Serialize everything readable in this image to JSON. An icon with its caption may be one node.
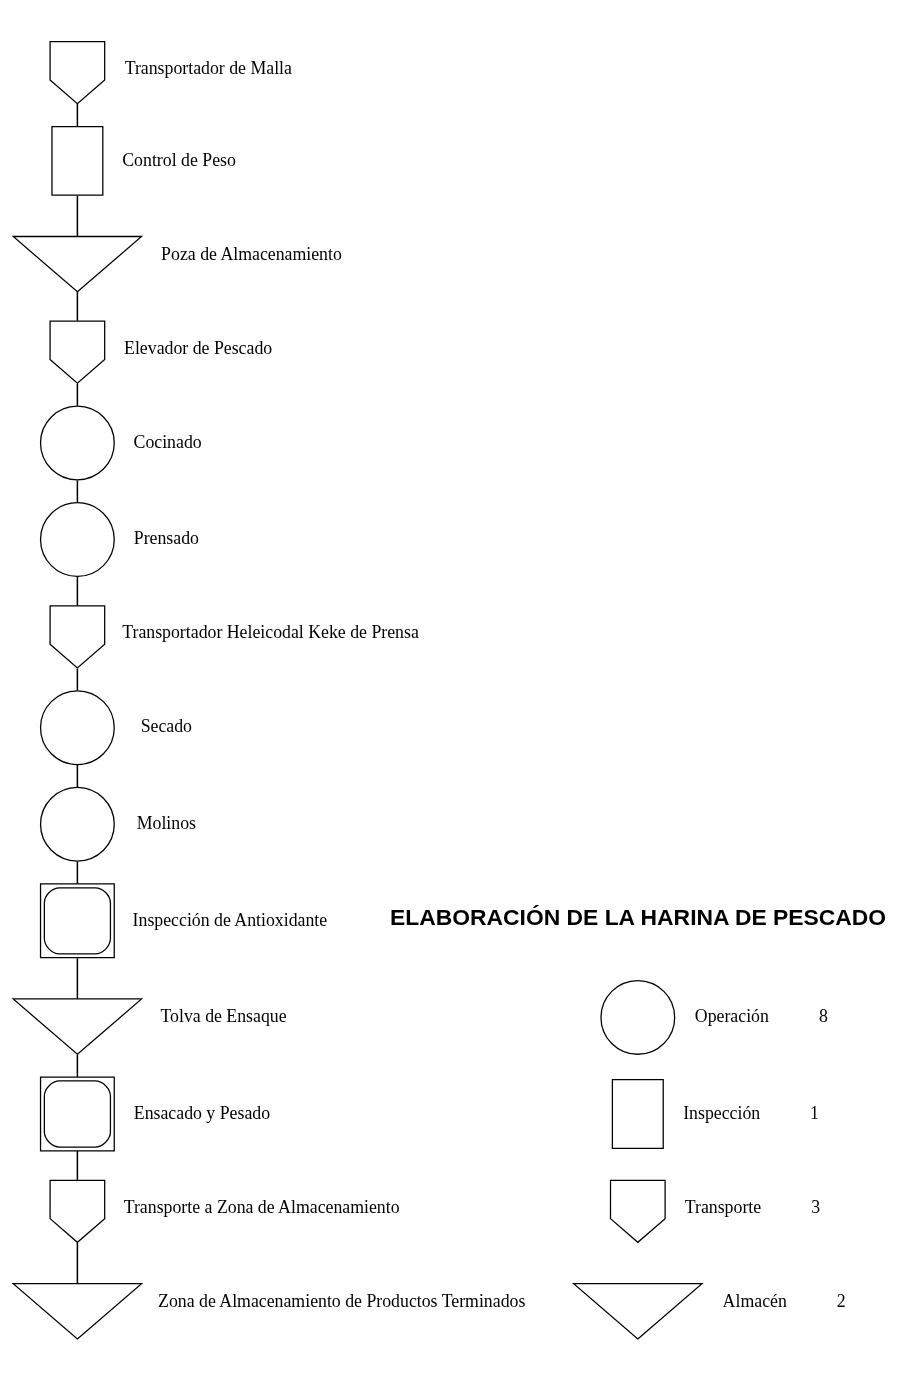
{
  "diagram": {
    "nodes": [
      {
        "text": [],
        "shape": "arrow",
        "beside": [
          "Transportador de Malla"
        ]
      },
      {
        "text": [],
        "shape": "box",
        "beside": [
          "Control de Peso"
        ]
      },
      {
        "text": [],
        "shape": "triangle",
        "beside": [
          "Poza de Almacenamiento"
        ]
      },
      {
        "text": [],
        "shape": "arrow",
        "beside": [
          "Elevador de Pescado"
        ]
      },
      {
        "text": [],
        "shape": "circle",
        "beside": [
          "Cocinado"
        ]
      },
      {
        "text": [],
        "shape": "circle",
        "beside": [
          "Prensado"
        ]
      },
      {
        "text": [],
        "shape": "arrow",
        "beside": [
          "Transportador Heleicodal Keke de Prensa"
        ]
      },
      {
        "text": [],
        "shape": "circle",
        "beside": [
          "Secado"
        ]
      },
      {
        "text": [],
        "shape": "circle",
        "beside": [
          "Molinos"
        ]
      },
      {
        "text": [],
        "shape": "combined",
        "beside": [
          "Inspección de Antioxidante"
        ]
      },
      {
        "text": [],
        "shape": "triangle",
        "beside": [
          "Tolva de Ensaque"
        ]
      },
      {
        "text": [],
        "shape": "combined",
        "beside": [
          "Ensacado y Pesado"
        ]
      },
      {
        "text": [],
        "shape": "arrow",
        "beside": [
          "Transporte a Zona de Almacenamiento"
        ]
      },
      {
        "text": [],
        "shape": "triangle",
        "beside": [
          "Zona de Almacenamiento de Productos Terminados"
        ]
      },
      {
        "text": [],
        "shape": "circle",
        "beside": [
          "Operación",
          "8"
        ]
      },
      {
        "text": [],
        "shape": "box",
        "beside": [
          "Inspección",
          "1"
        ]
      },
      {
        "text": [],
        "shape": "arrow",
        "beside": [
          "Transporte",
          "3"
        ]
      },
      {
        "text": [],
        "shape": "triangle",
        "beside": [
          "Almacén",
          "2"
        ]
      }
    ],
    "edges": [
      {
        "from": 0,
        "to": 1,
        "arrow": "none"
      },
      {
        "from": 1,
        "to": 2,
        "arrow": "none"
      },
      {
        "from": 2,
        "to": 3,
        "arrow": "none"
      },
      {
        "from": 3,
        "to": 4,
        "arrow": "none"
      },
      {
        "from": 4,
        "to": 5,
        "arrow": "none"
      },
      {
        "from": 5,
        "to": 6,
        "arrow": "none"
      },
      {
        "from": 6,
        "to": 7,
        "arrow": "none"
      },
      {
        "from": 7,
        "to": 8,
        "arrow": "none"
      },
      {
        "from": 8,
        "to": 9,
        "arrow": "none"
      },
      {
        "from": 9,
        "to": 10,
        "arrow": "none"
      },
      {
        "from": 10,
        "to": 11,
        "arrow": "none"
      },
      {
        "from": 11,
        "to": 12,
        "arrow": "none"
      },
      {
        "from": 12,
        "to": 13,
        "arrow": "none"
      }
    ],
    "labels": [
      "ELABORACIÓN DE LA HARINA DE PESCADO"
    ]
  }
}
